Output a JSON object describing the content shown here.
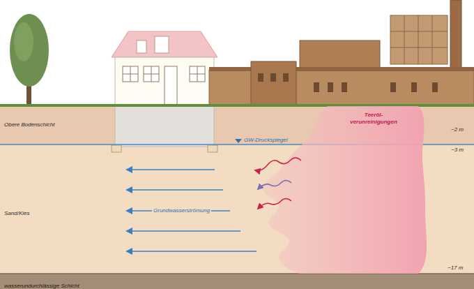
{
  "diagram": {
    "nodes": [
      {
        "text": [
          "Obere Bodenschicht"
        ]
      },
      {
        "text": [
          "Teeröl- verunreinigungen"
        ]
      },
      {
        "text": [
          "Sand/Kies"
        ]
      },
      {
        "text": [
          "wasserundurchlässige Schicht"
        ]
      }
    ],
    "labels": [
      "~2 m",
      "GW-Druckspiegel",
      "~3 m",
      "Grundwasserströmung",
      "~17 m"
    ]
  }
}
